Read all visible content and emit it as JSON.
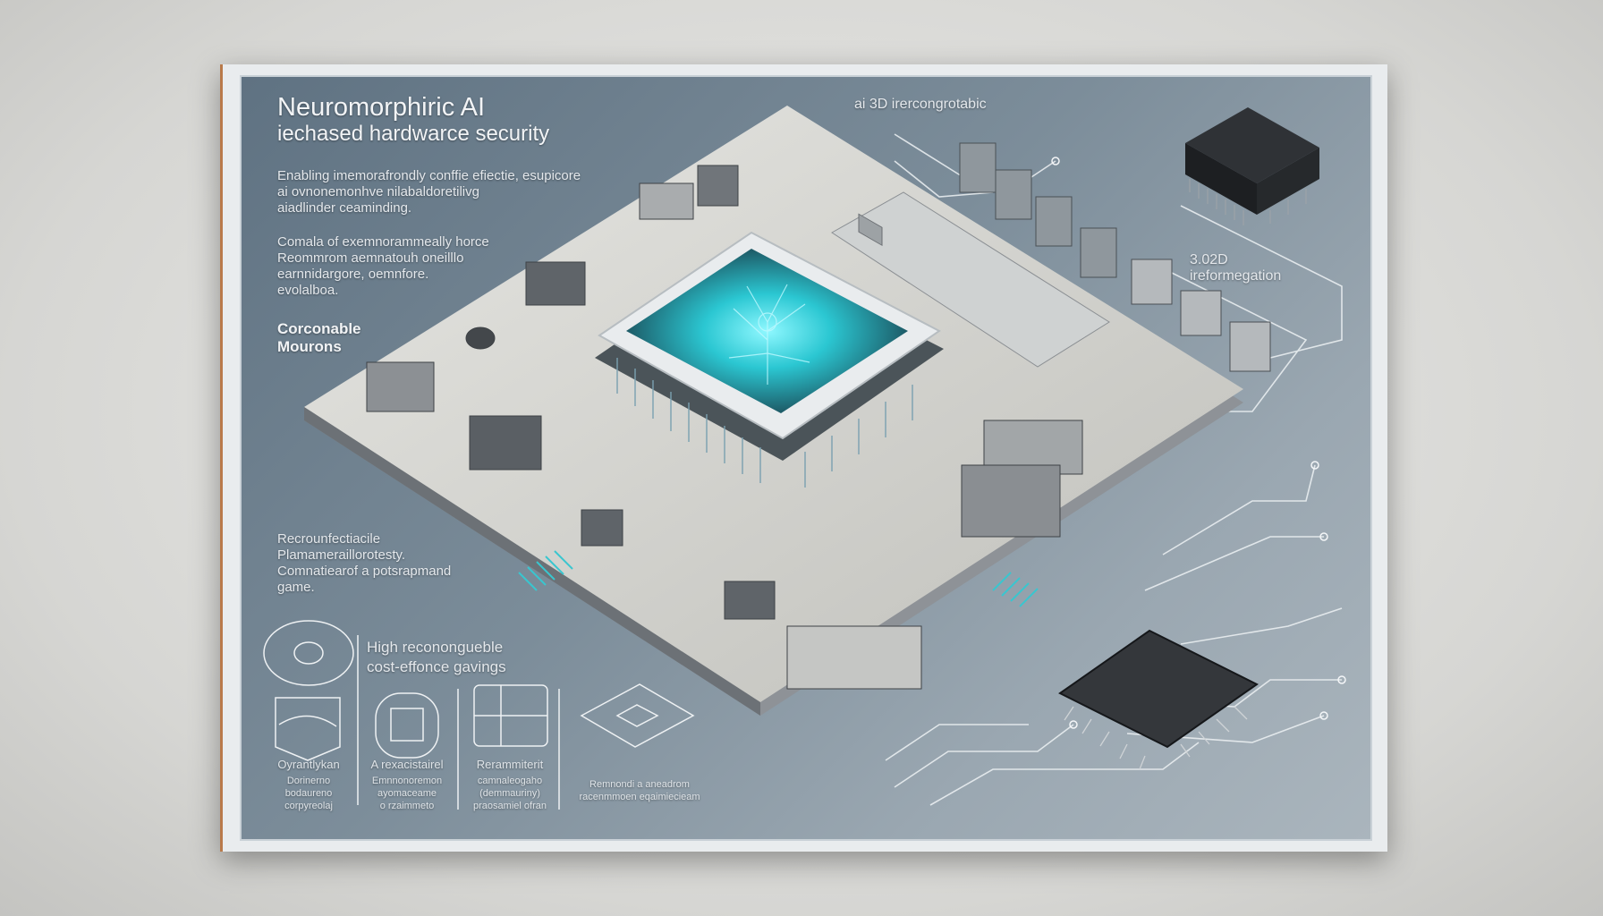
{
  "poster": {
    "title": "Neuromorphiric AI",
    "subtitle": "iechased hardwarce security",
    "paragraphs": [
      "Enabling imemorafrondly conffie efiectie, esupicore\nai ovnonemonhve nilabaldoretilivg\naiadlinder ceaminding.",
      "Comala of exemnorammeally horce\nReommrom aemnatouh oneilllo\nearnnidargore, oemnfore.\nevolalboa."
    ],
    "label_left_1": "Corconable\nMourons",
    "label_left_2": "Recrounfectiacile\nPlamameraillorotesty.\nComnatiearof a potsrapmand\ngame.",
    "top_center_label": "ai 3D irercongrotabic",
    "right_label": "3.02D\nireformegation",
    "bottom_heading": "High reconongueble\ncost-effonce gavings",
    "bottom_items": [
      {
        "icon": "wave-lens-icon",
        "title": "Oyrantlykan",
        "text": "Dorinerno\nbodaureno\ncorpyreolaj"
      },
      {
        "icon": "chip-grid-icon",
        "title": "A rexacistairel",
        "text": "Emnnonoremon\nayomaceame\no rzaimmeto"
      },
      {
        "icon": "floorplan-icon",
        "title": "Rerammiterit",
        "text": "camnaleogaho\n(demmauriny)\npraosamiel ofran"
      },
      {
        "icon": "isometric-chip-icon",
        "title": "",
        "text": "Remnondi a aneadrom\nracenmmoen eqaimiecieam"
      }
    ]
  },
  "colors": {
    "panel": "#7c8d9a",
    "accent_glow": "#3fe0e6",
    "board": "#d8d8d4",
    "chip_dark": "#2f3236"
  }
}
